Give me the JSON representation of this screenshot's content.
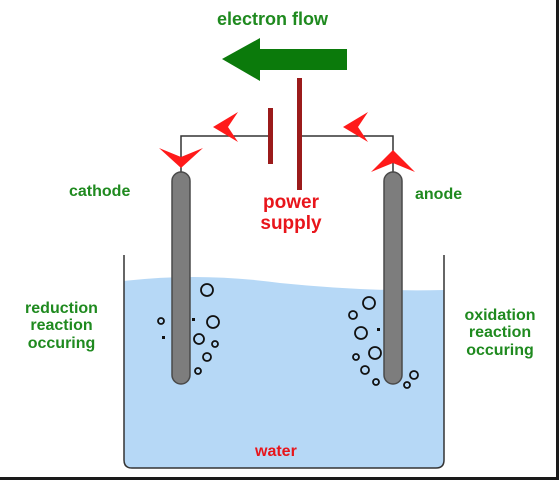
{
  "labels": {
    "electron_flow": "electron flow",
    "cathode": "cathode",
    "anode": "anode",
    "power": "power",
    "supply": "supply",
    "reduction_line1": "reduction",
    "reduction_line2": "reaction",
    "reduction_line3": "occuring",
    "oxidation_line1": "oxidation",
    "oxidation_line2": "reaction",
    "oxidation_line3": "occuring",
    "water": "water"
  },
  "colors": {
    "label_green": "#1f8a1f",
    "label_red": "#e8151b",
    "arrow_green": "#0b7a0b",
    "arrow_red": "#ff1a1a",
    "battery_plate": "#9b1b1b",
    "electrode": "#7d7d7d",
    "water": "#b6d8f6",
    "container_border": "#333333"
  }
}
